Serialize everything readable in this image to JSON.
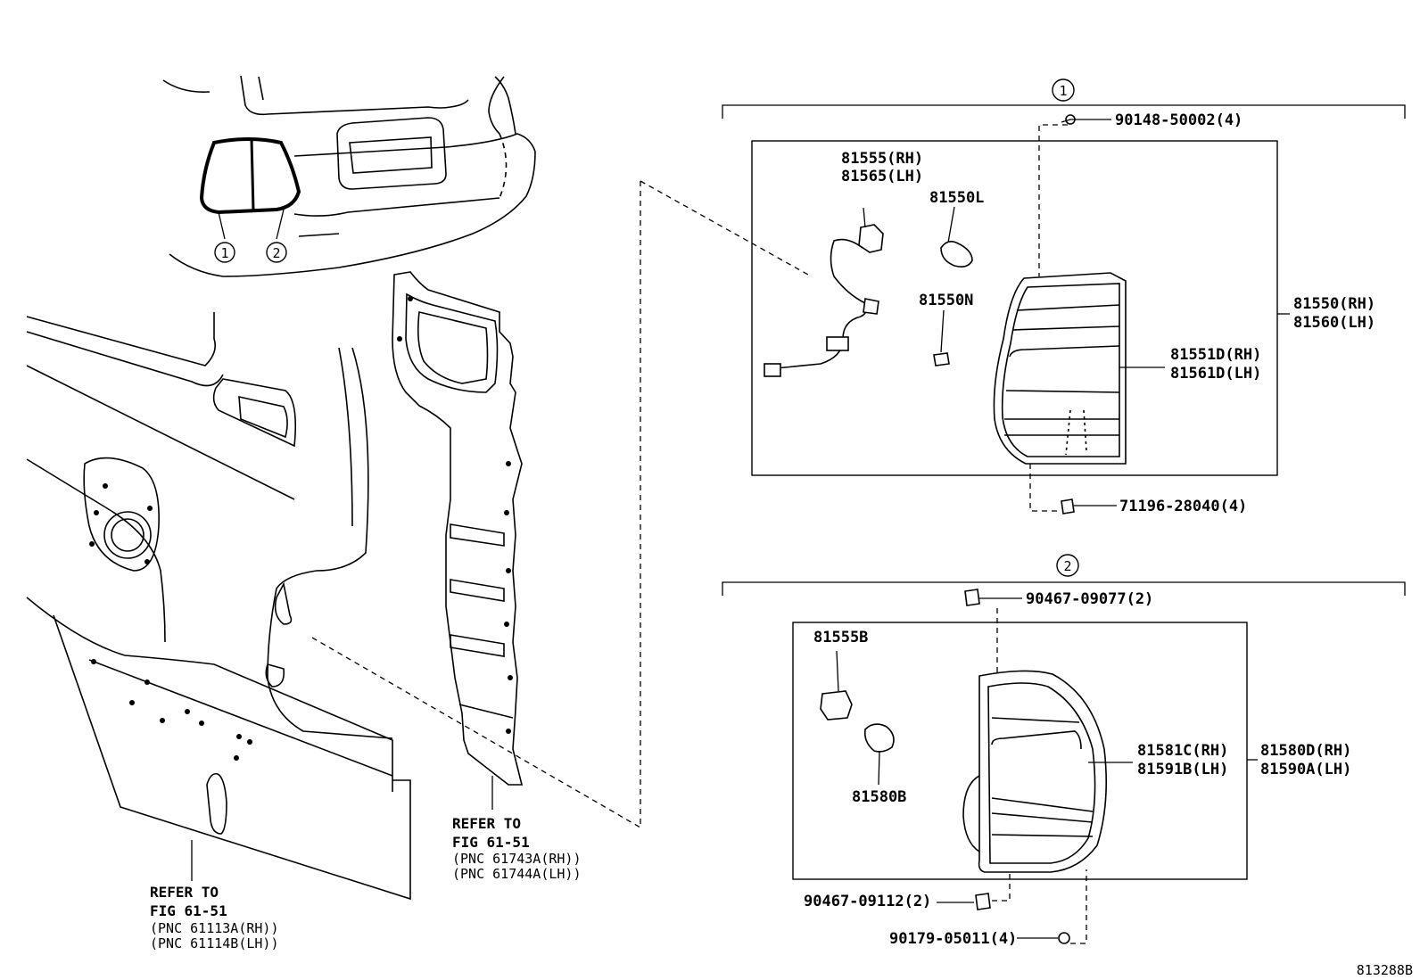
{
  "diagram_id": "813288B",
  "callouts": {
    "one": "1",
    "two": "2"
  },
  "group1": {
    "labels": {
      "clip_top": "90148-50002(4)",
      "socket_rh": "81555(RH)",
      "socket_lh": "81565(LH)",
      "bulb_l": "81550L",
      "bulb_n": "81550N",
      "lens_rh": "81551D(RH)",
      "lens_lh": "81561D(LH)",
      "lamp_rh": "81550(RH)",
      "lamp_lh": "81560(LH)",
      "clip_bottom": "71196-28040(4)"
    }
  },
  "group2": {
    "labels": {
      "nut_top": "90467-09077(2)",
      "socket": "81555B",
      "bulb": "81580B",
      "lens_rh": "81581C(RH)",
      "lens_lh": "81591B(LH)",
      "lamp_rh": "81580D(RH)",
      "lamp_lh": "81590A(LH)",
      "nut_bottom": "90467-09112(2)",
      "screw": "90179-05011(4)"
    }
  },
  "refs": {
    "panel": {
      "line1": "REFER TO",
      "line2": "FIG 61-51",
      "line3": "(PNC 61113A(RH))",
      "line4": "(PNC 61114B(LH))"
    },
    "inner": {
      "line1": "REFER TO",
      "line2": "FIG 61-51",
      "line3": "(PNC 61743A(RH))",
      "line4": "(PNC 61744A(LH))"
    }
  }
}
